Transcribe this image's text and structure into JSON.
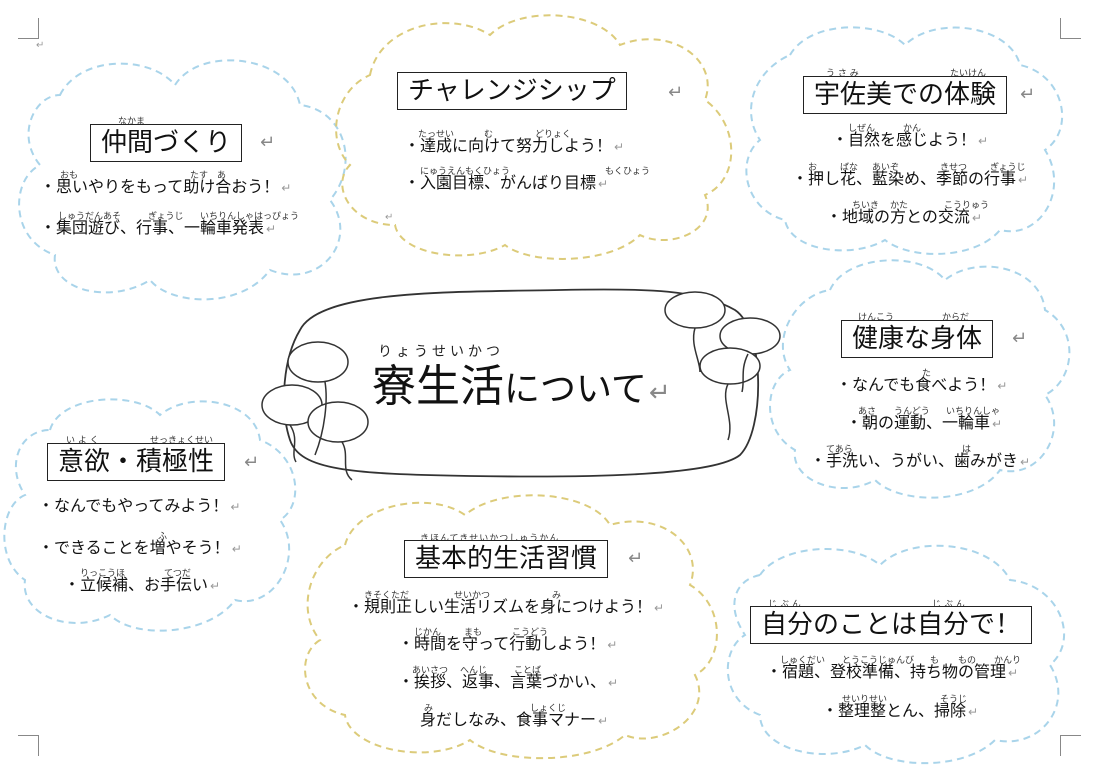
{
  "center": {
    "title_kanji": "寮生活",
    "title_kana": "について",
    "ruby": "りょうせいかつ"
  },
  "clouds": {
    "nakama": {
      "title": "仲間づくり",
      "title_ruby": "なかま",
      "lines": [
        "・思いやりをもって助け合おう！",
        "・集団遊び、行事、一輪車発表"
      ],
      "rubies": [
        "おも",
        "たす　あ",
        "しゅうだんあそ",
        "ぎょうじ",
        "いちりんしゃはっぴょう"
      ]
    },
    "challenge": {
      "title": "チャレンジシップ",
      "lines": [
        "・達成に向けて努力しよう！",
        "・入園目標、がんばり目標"
      ],
      "rubies": [
        "たっせい",
        "む",
        "どりょく",
        "にゅうえんもくひょう",
        "もくひょう"
      ]
    },
    "usami": {
      "title": "宇佐美での体験",
      "title_ruby_1": "う さ み",
      "title_ruby_2": "たいけん",
      "lines": [
        "・自然を感じよう！",
        "・押し花、藍染め、季節の行事",
        "・地域の方との交流"
      ],
      "rubies": [
        "しぜん",
        "かん",
        "お",
        "ばな",
        "あいぞ",
        "きせつ",
        "ぎょうじ",
        "ちいき",
        "かた",
        "こうりゅう"
      ]
    },
    "kenkou": {
      "title": "健康な身体",
      "title_ruby_1": "けんこう",
      "title_ruby_2": "からだ",
      "lines": [
        "・なんでも食べよう！",
        "・朝の運動、一輪車",
        "・手洗い、うがい、歯みがき"
      ],
      "rubies": [
        "た",
        "あさ",
        "うんどう",
        "いちりんしゃ",
        "てあら",
        "は"
      ]
    },
    "iyoku": {
      "title": "意欲・積極性",
      "title_ruby_1": "い よ く",
      "title_ruby_2": "せっきょくせい",
      "lines": [
        "・なんでもやってみよう！",
        "・できることを増やそう！",
        "・立候補、お手伝い"
      ],
      "rubies": [
        "ふ",
        "りっこうほ",
        "てつだ"
      ]
    },
    "kihon": {
      "title": "基本的生活習慣",
      "title_ruby": "きほんてきせいかつしゅうかん",
      "lines": [
        "・規則正しい生活リズムを身につけよう！",
        "・時間を守って行動しよう！",
        "・挨拶、返事、言葉づかい、",
        "身だしなみ、食事マナー"
      ],
      "rubies": [
        "きそくただ",
        "せいかつ",
        "み",
        "じかん",
        "まも",
        "こうどう",
        "あいさつ",
        "へんじ",
        "ことば",
        "み",
        "しょくじ"
      ]
    },
    "jibun": {
      "title": "自分のことは自分で！",
      "title_ruby_1": "じ ぶ ん",
      "title_ruby_2": "じ ぶ ん",
      "lines": [
        "・宿題、登校準備、持ち物の管理",
        "・整理整とん、掃除"
      ],
      "rubies": [
        "しゅくだい",
        "とうこうじゅんび",
        "も",
        "もの",
        "かんり",
        "せいりせい",
        "そうじ"
      ]
    }
  },
  "marks": {
    "return": "↵",
    "paragraph": "↵"
  },
  "colors": {
    "blue_cloud": "#a9d4ea",
    "yellow_cloud": "#dccb7a",
    "outline": "#333333"
  }
}
